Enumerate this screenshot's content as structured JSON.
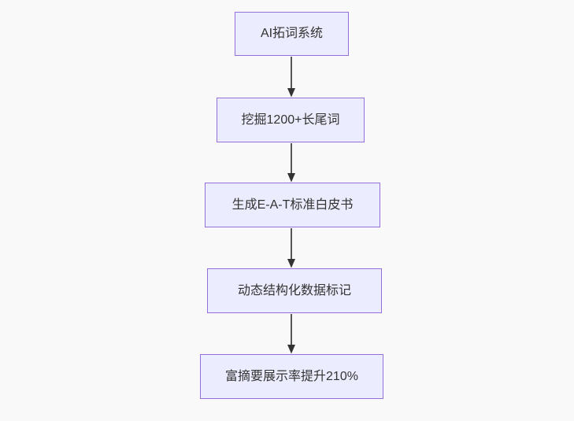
{
  "diagram": {
    "type": "flowchart",
    "direction": "top-down",
    "nodes": [
      {
        "id": "A",
        "label": "AI拓词系统"
      },
      {
        "id": "B",
        "label": "挖掘1200+长尾词"
      },
      {
        "id": "C",
        "label": "生成E-A-T标准白皮书"
      },
      {
        "id": "D",
        "label": "动态结构化数据标记"
      },
      {
        "id": "E",
        "label": "富摘要展示率提升210%"
      }
    ],
    "edges": [
      {
        "from": "A",
        "to": "B"
      },
      {
        "from": "B",
        "to": "C"
      },
      {
        "from": "C",
        "to": "D"
      },
      {
        "from": "D",
        "to": "E"
      }
    ],
    "colors": {
      "node_fill": "#ECECFF",
      "node_border": "#9370DB",
      "node_text": "#333333",
      "edge_line": "#555555",
      "edge_arrowhead": "#333333",
      "background": "#f9f9f9"
    }
  }
}
